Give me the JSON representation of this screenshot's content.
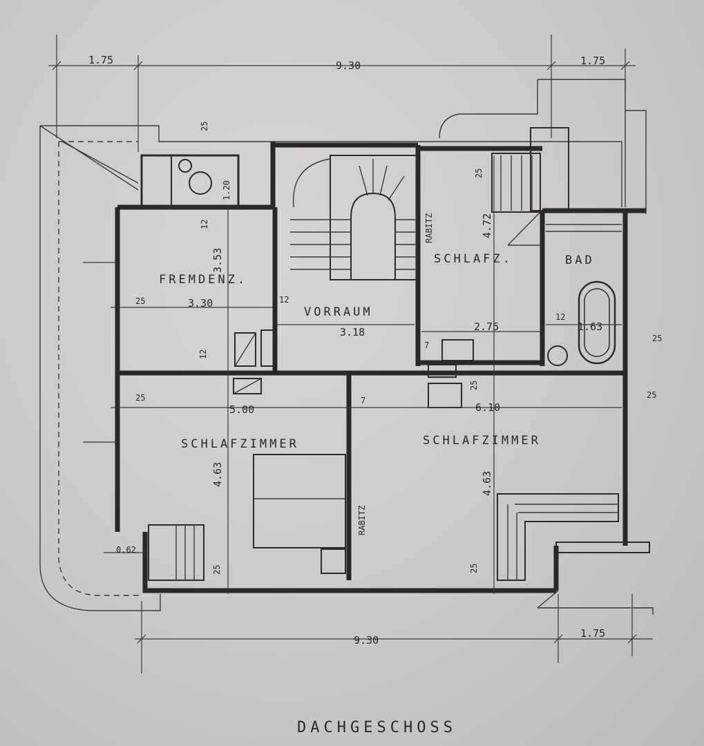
{
  "plan": {
    "title": "DACHGESCHOSS",
    "rooms": {
      "fremdenz": "FREMDENZ.",
      "vorraum": "VORRAUM",
      "schlafz_small": "SCHLAFZ.",
      "bad": "BAD",
      "schlafzimmer_left": "SCHLAFZIMMER",
      "schlafzimmer_right": "SCHLAFZIMMER"
    },
    "wall_notes": {
      "rabitz_top": "RABITZ",
      "rabitz_bottom": "RABITZ"
    },
    "dimensions": {
      "top_left": "1.75",
      "top_center": "9.30",
      "top_right": "1.75",
      "bottom_center": "9.30",
      "bottom_right": "1.75",
      "fremdenz_height": "3.53",
      "fremdenz_width": "3.30",
      "vorraum_width": "3.18",
      "schlafz_height": "4.72",
      "schlafz_width": "2.75",
      "bad_width": "1.63",
      "left_room_width": "5.00",
      "right_room_width": "6.10",
      "left_room_height": "4.63",
      "right_room_height": "4.63",
      "wc_width": "1.20",
      "offset_062": "0.62"
    },
    "wall_thickness": {
      "t25": "25",
      "t12": "12",
      "t7": "7"
    }
  }
}
